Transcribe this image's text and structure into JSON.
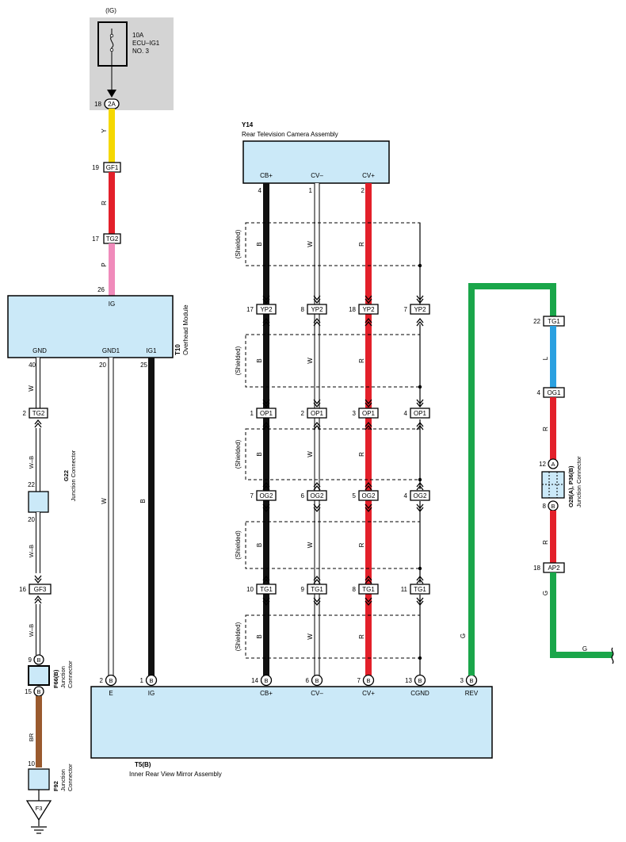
{
  "fuse": {
    "ig_label": "(IG)",
    "rating": "10A",
    "name": "ECU–IG1",
    "no": "NO. 3",
    "pin": "18",
    "connector": "2A"
  },
  "left_chain": {
    "wire_y": "Y",
    "gf1_pin": "19",
    "gf1": "GF1",
    "wire_r": "R",
    "tg2_pin": "17",
    "tg2": "TG2",
    "wire_p": "P",
    "pin26": "26"
  },
  "overhead_module": {
    "code": "T10",
    "name": "Overhead Module",
    "pins": {
      "ig": "IG",
      "gnd": "GND",
      "gnd1": "GND1",
      "ig1": "IG1"
    },
    "pin_numbers": {
      "gnd": "40",
      "gnd1": "20",
      "ig1": "25"
    }
  },
  "gnd_chain": {
    "wire_w": "W",
    "tg2_pin": "2",
    "tg2": "TG2",
    "wire_wb1": "W–B",
    "g22_pin_top": "22",
    "g22_pin_bot": "20",
    "g22_code": "G22",
    "g22_name": "Junction Connector",
    "wire_wb2": "W–B",
    "gf3_pin": "16",
    "gf3": "GF3",
    "wire_wb3": "W–B",
    "f66_pin_top": "9",
    "f66_pin_bot": "15",
    "f66_letter": "B",
    "f66_code": "F66(B)",
    "f66_name1": "Junction",
    "f66_name2": "Connector",
    "wire_br": "BR",
    "f92_pin": "10",
    "f92_code": "F92",
    "f92_name1": "Junction",
    "f92_name2": "Connector",
    "ground": "F3"
  },
  "mid_wires": {
    "gnd1_wire": "W",
    "ig1_wire": "B"
  },
  "camera": {
    "code": "Y14",
    "name": "Rear Television Camera Assembly",
    "pins": {
      "cbp": "CB+",
      "cvm": "CV–",
      "cvp": "CV+"
    },
    "pin_numbers": {
      "cbp": "4",
      "cvm": "1",
      "cvp": "2"
    }
  },
  "shield_label": "(Shielded)",
  "wire_labels": {
    "b": "B",
    "w": "W",
    "r": "R"
  },
  "yp2_row": {
    "connector": "YP2",
    "pins": [
      "17",
      "8",
      "18",
      "7"
    ]
  },
  "op1_row": {
    "connector": "OP1",
    "pins": [
      "1",
      "2",
      "3",
      "4"
    ]
  },
  "og2_row": {
    "connector": "OG2",
    "pins": [
      "7",
      "6",
      "5",
      "4"
    ]
  },
  "tg1_row": {
    "connector": "TG1",
    "pins": [
      "10",
      "9",
      "8",
      "11"
    ]
  },
  "mirror": {
    "code": "T5(B)",
    "name": "Inner Rear View Mirror Assembly",
    "terminal_letter": "B",
    "pins": {
      "e": {
        "num": "2",
        "label": "E"
      },
      "ig": {
        "num": "1",
        "label": "IG"
      },
      "cbp": {
        "num": "14",
        "label": "CB+"
      },
      "cvm": {
        "num": "6",
        "label": "CV–"
      },
      "cvp": {
        "num": "7",
        "label": "CV+"
      },
      "cgnd": {
        "num": "13",
        "label": "CGND"
      },
      "rev": {
        "num": "3",
        "label": "REV"
      }
    }
  },
  "right_chain": {
    "tg1_pin": "22",
    "tg1": "TG1",
    "wire_l": "L",
    "og1_pin": "4",
    "og1": "OG1",
    "wire_r1": "R",
    "junction_pin_top": "12",
    "junction_letter_top": "A",
    "junction_pin_bot": "8",
    "junction_letter_bot": "B",
    "junction_code": "O28(A), P36(B)",
    "junction_name": "Junction Connector",
    "wire_r2": "R",
    "ap2_pin": "18",
    "ap2": "AP2",
    "wire_g": "G",
    "rev_wire": "G",
    "horizontal_wire": "G"
  },
  "colors": {
    "yellow": "#f5d800",
    "red": "#e3202a",
    "pink": "#f08bbb",
    "black": "#111111",
    "green": "#1aa64a",
    "blue": "#2aa0e0",
    "brown": "#9a5a2e",
    "box_fill": "#cbe9f8",
    "fuse_bg": "#d4d4d4"
  }
}
